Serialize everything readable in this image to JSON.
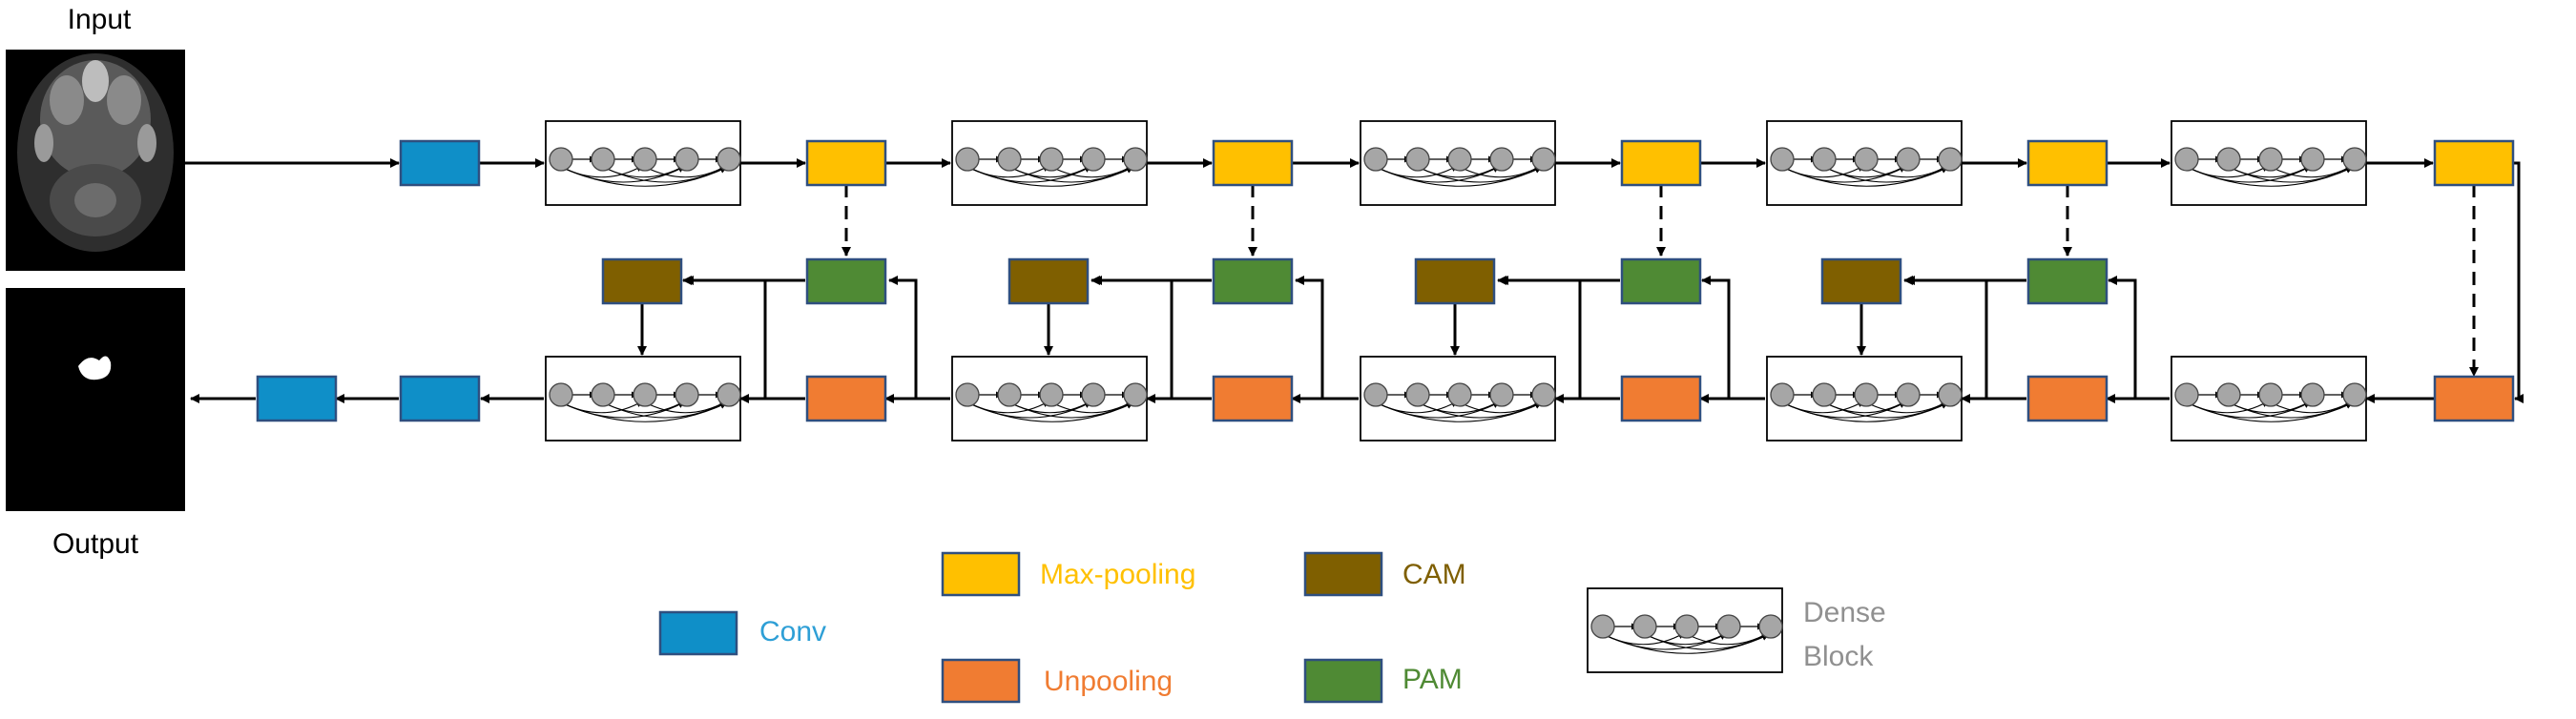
{
  "labels": {
    "input": "Input",
    "output": "Output"
  },
  "legend": {
    "conv": "Conv",
    "maxpool": "Max-pooling",
    "unpool": "Unpooling",
    "cam": "CAM",
    "pam": "PAM",
    "dense_line1": "Dense",
    "dense_line2": "Block"
  },
  "colors": {
    "conv": "#0f8fc8",
    "maxpool": "#ffc000",
    "unpool": "#f07c32",
    "cam": "#7f5f00",
    "pam": "#4f8a34",
    "block_border": "#2f4f7f",
    "node": "#a6a6a6",
    "legend_conv_text": "#2e9fd6",
    "legend_maxpool_text": "#ffc000",
    "legend_unpool_text": "#f07c32",
    "legend_cam_text": "#7f5f00",
    "legend_pam_text": "#4f8a34",
    "legend_dense_text": "#909090",
    "mri_background": "#000000"
  },
  "architecture": {
    "encoder_stages": 5,
    "decoder_stages": 5,
    "nodes_per_dense_block": 5
  }
}
